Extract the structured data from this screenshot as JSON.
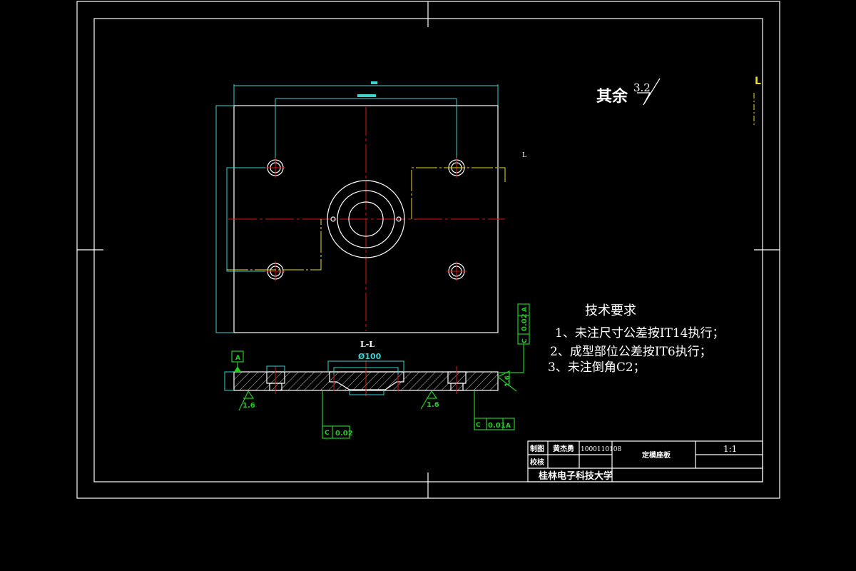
{
  "drawing": {
    "roughness_note": {
      "prefix": "其余",
      "value": "3.2"
    },
    "section_label": "L-L",
    "section_marker": "L",
    "diameter_label": "Ø100",
    "roughness_marks": [
      "1.6",
      "1.6",
      "1.6"
    ],
    "datum": "A",
    "tolerance_frames": [
      {
        "symbol": "C",
        "value": "0.02"
      },
      {
        "symbol": "C",
        "value": "0.01",
        "datum": "A"
      },
      {
        "symbol": "C",
        "value": "0.02",
        "datum": "A"
      }
    ]
  },
  "tech_requirements": {
    "title": "技术要求",
    "items": [
      "1、未注尺寸公差按IT14执行；",
      "2、成型部位公差按IT6执行；",
      "3、未注倒角C2；"
    ]
  },
  "title_block": {
    "drawn_label": "制图",
    "drawn_name": "黄杰勇",
    "student_id": "1000110108",
    "checked_label": "校核",
    "part_name": "定模座板",
    "scale": "1:1",
    "school": "桂林电子科技大学"
  },
  "colors": {
    "outline": "#ffffff",
    "dimension": "#3fd0d0",
    "centerline": "#d01818",
    "tolerance": "#22cc22",
    "section": "#e8e020"
  }
}
